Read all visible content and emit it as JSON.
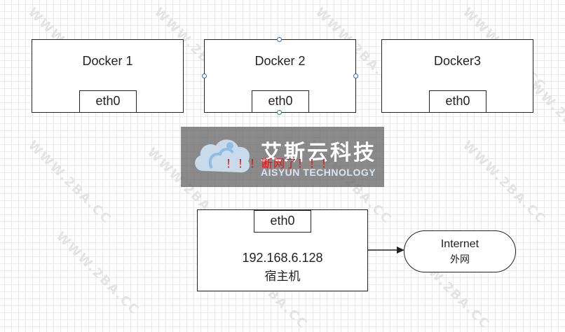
{
  "containers": [
    {
      "name": "Docker 1",
      "iface": "eth0"
    },
    {
      "name": "Docker 2",
      "iface": "eth0"
    },
    {
      "name": "Docker3",
      "iface": "eth0"
    }
  ],
  "host": {
    "iface": "eth0",
    "ip": "192.168.6.128",
    "name": "宿主机"
  },
  "internet": {
    "title": "Internet",
    "subtitle": "外网"
  },
  "alert": "！！！断网了！！！",
  "watermark": {
    "cn": "艾斯云科技",
    "en": "AISYUN TECHNOLOGY",
    "repeat": "WWW.2BA.CC",
    "logo": "cloud-logo-icon"
  },
  "colors": {
    "line": "#222222",
    "alert": "#e01010",
    "selection": "#2a6fd6",
    "banner": "#696969"
  }
}
